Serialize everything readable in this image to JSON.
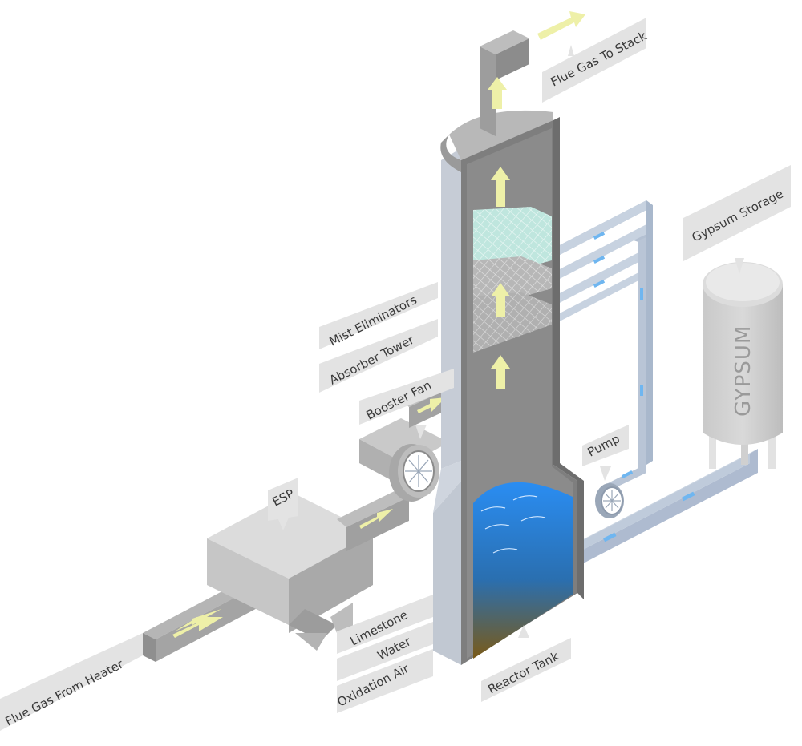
{
  "labels": {
    "flue_gas_to_stack": "Flue Gas To Stack",
    "gypsum_storage": "Gypsum Storage",
    "gypsum_tank_text": "GYPSUM",
    "mist_eliminators": "Mist Eliminators",
    "absorber_tower": "Absorber Tower",
    "booster_fan": "Booster Fan",
    "pump": "Pump",
    "esp": "ESP",
    "limestone": "Limestone",
    "water": "Water",
    "oxidation_air": "Oxidation Air",
    "reactor_tank": "Reactor Tank",
    "flue_gas_from_heater": "Flue Gas From Heater"
  },
  "colors": {
    "label_bg": "#e3e3e3",
    "label_text": "#3a3a3a",
    "gas_arrow": "#eef0a8",
    "liquid_top": "#2f8cf0",
    "liquid_bottom": "#7a5a1a",
    "pipe": "#b8c4d4",
    "pipe_flow": "#6fb6f0",
    "mist_mesh": "#bfe6de"
  }
}
